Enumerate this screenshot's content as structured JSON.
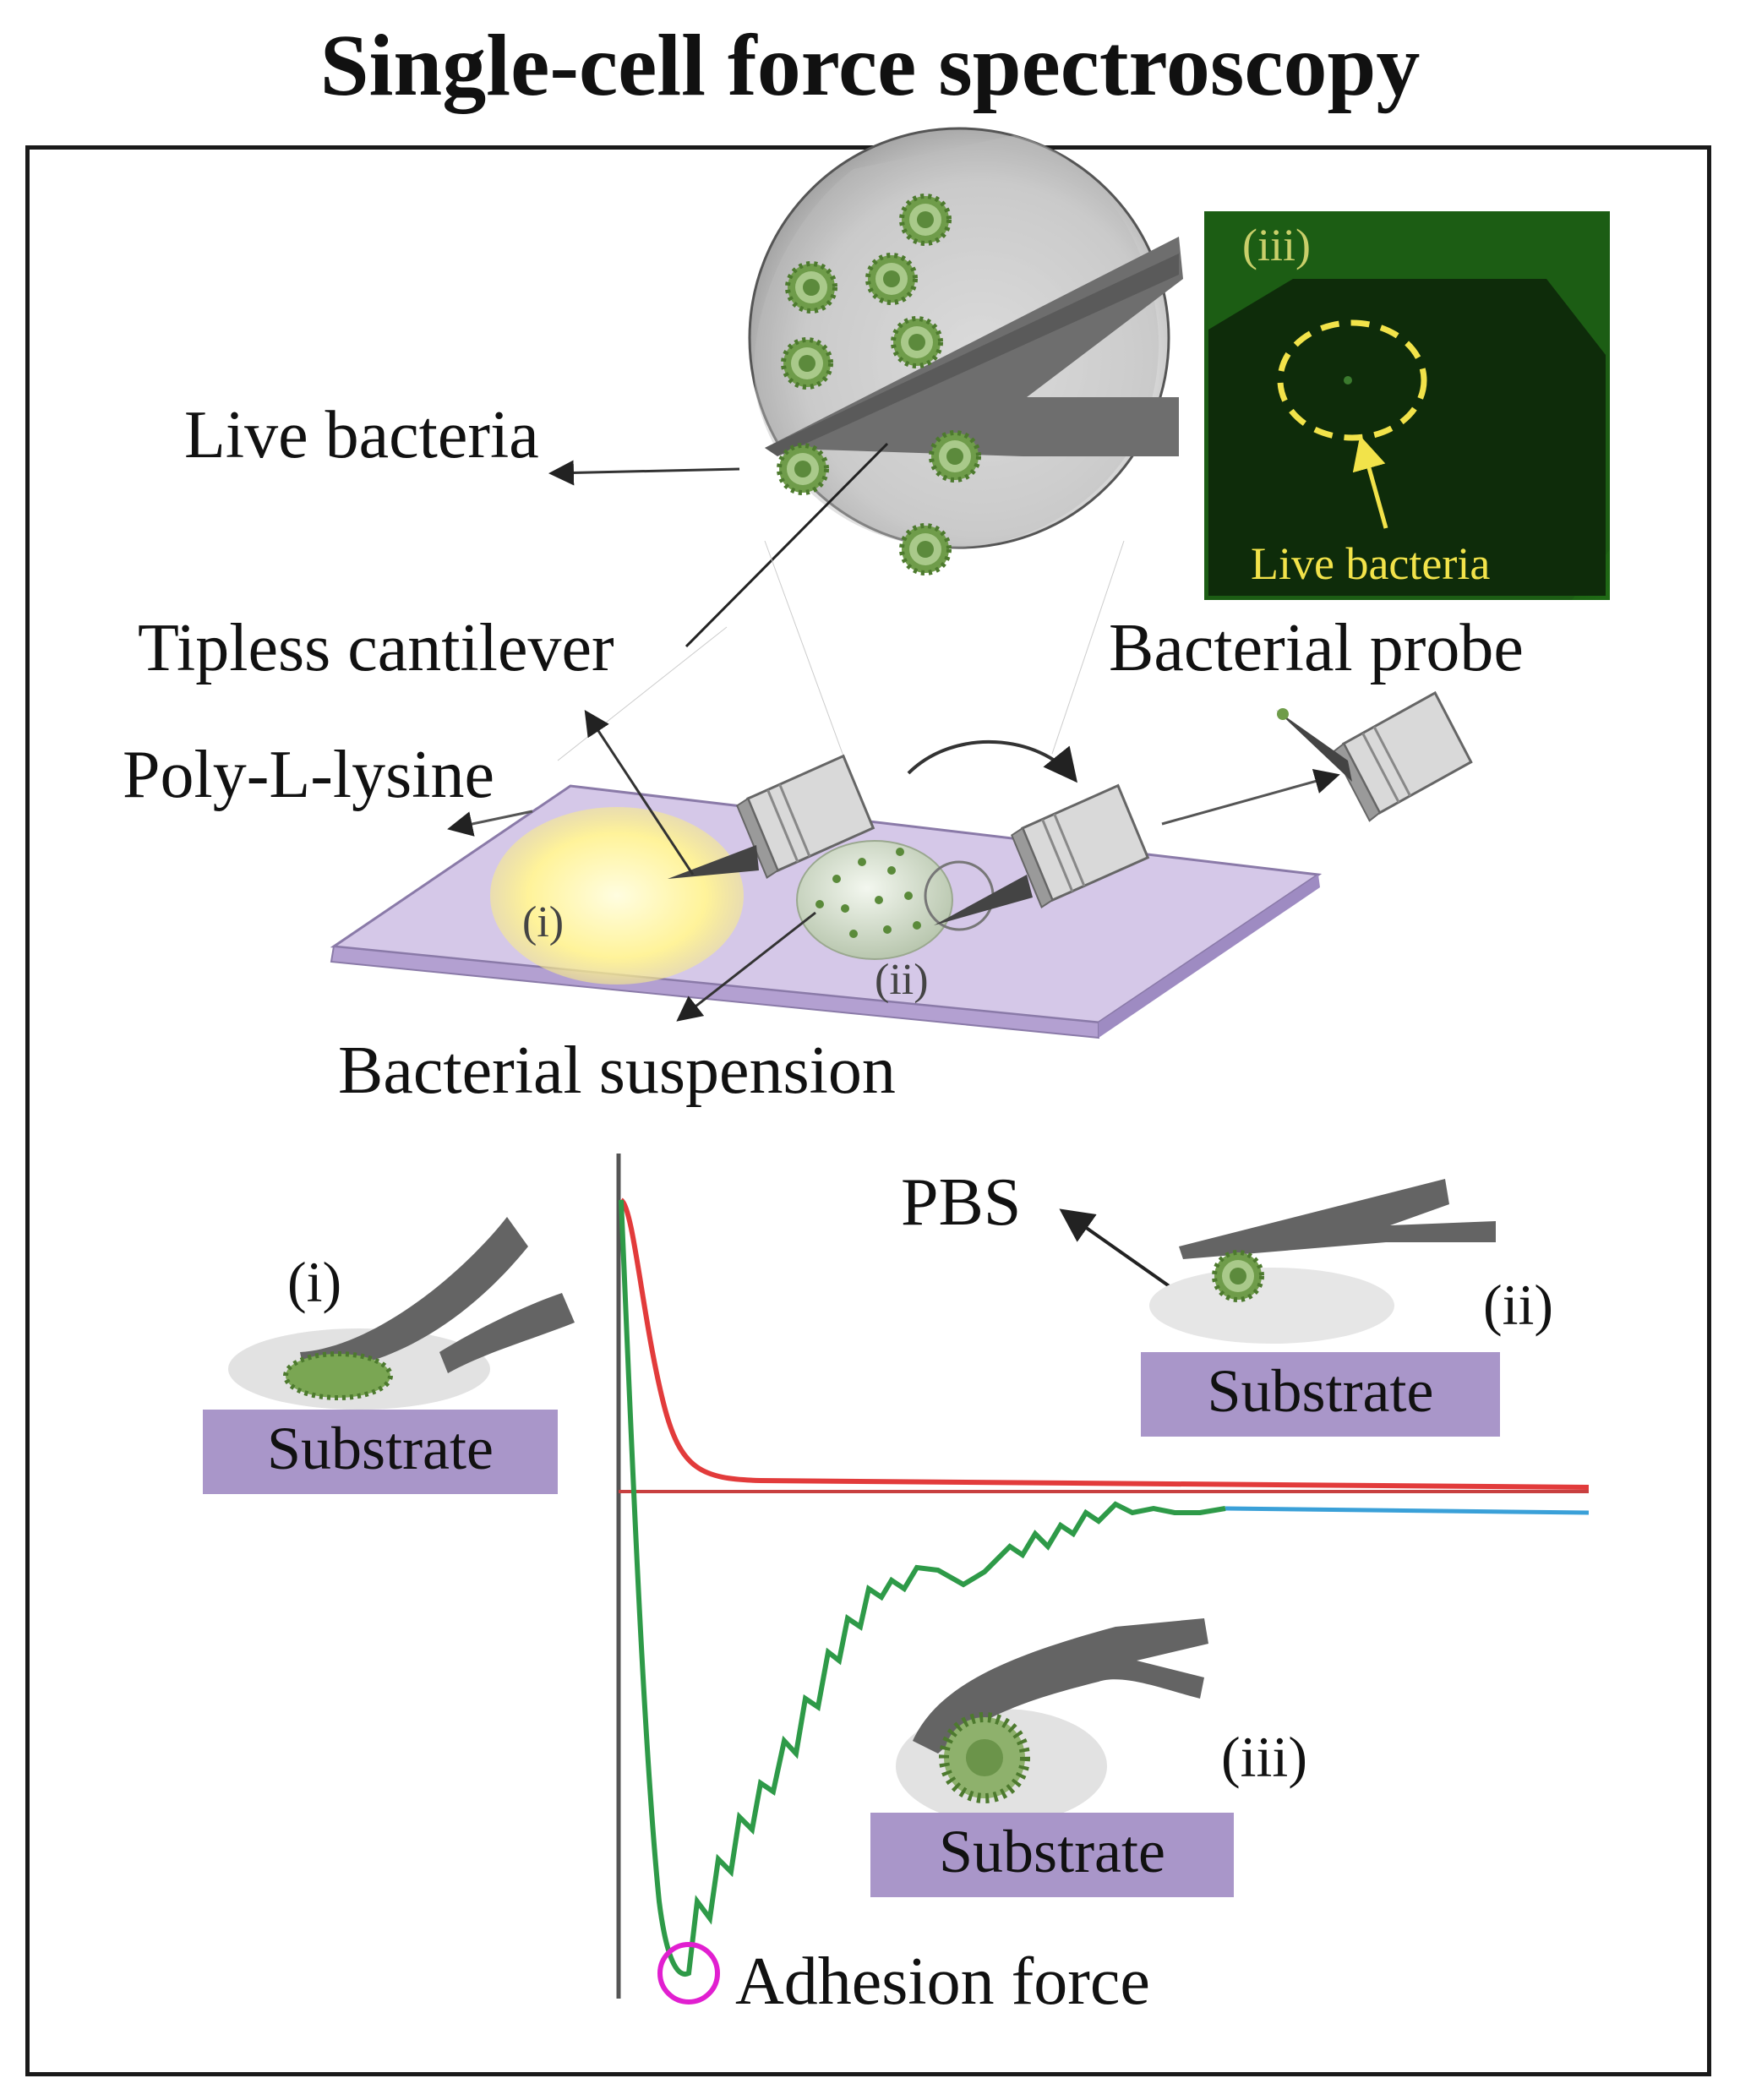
{
  "title": "Single-cell force spectroscopy",
  "labels": {
    "live_bacteria": "Live bacteria",
    "tipless_cantilever": "Tipless cantilever",
    "bacterial_probe": "Bacterial probe",
    "poly_l_lysine": "Poly-L-lysine",
    "bacterial_suspension": "Bacterial suspension",
    "pbs": "PBS",
    "adhesion_force": "Adhesion force"
  },
  "micrograph": {
    "roman": "(iii)",
    "caption": "Live bacteria"
  },
  "slide_markers": {
    "i": "(i)",
    "ii": "(ii)"
  },
  "panels": [
    {
      "roman": "(i)",
      "substrate": "Substrate"
    },
    {
      "roman": "(ii)",
      "substrate": "Substrate"
    },
    {
      "roman": "(iii)",
      "substrate": "Substrate"
    }
  ],
  "colors": {
    "slide": "#c9b9df",
    "substrate": "#a996c9",
    "poly_l_lysine_spot": "#fff6a8",
    "cantilever": "#5a5a5a",
    "bacteria": "#7aa653",
    "approach_curve": "#e23b3b",
    "retract_curve": "#2e9a48",
    "baseline_blue": "#3aa0d8",
    "adhesion_marker": "#e11fd0",
    "micrograph_bg": "#0f3a0a",
    "micrograph_annot": "#f2e34a"
  }
}
